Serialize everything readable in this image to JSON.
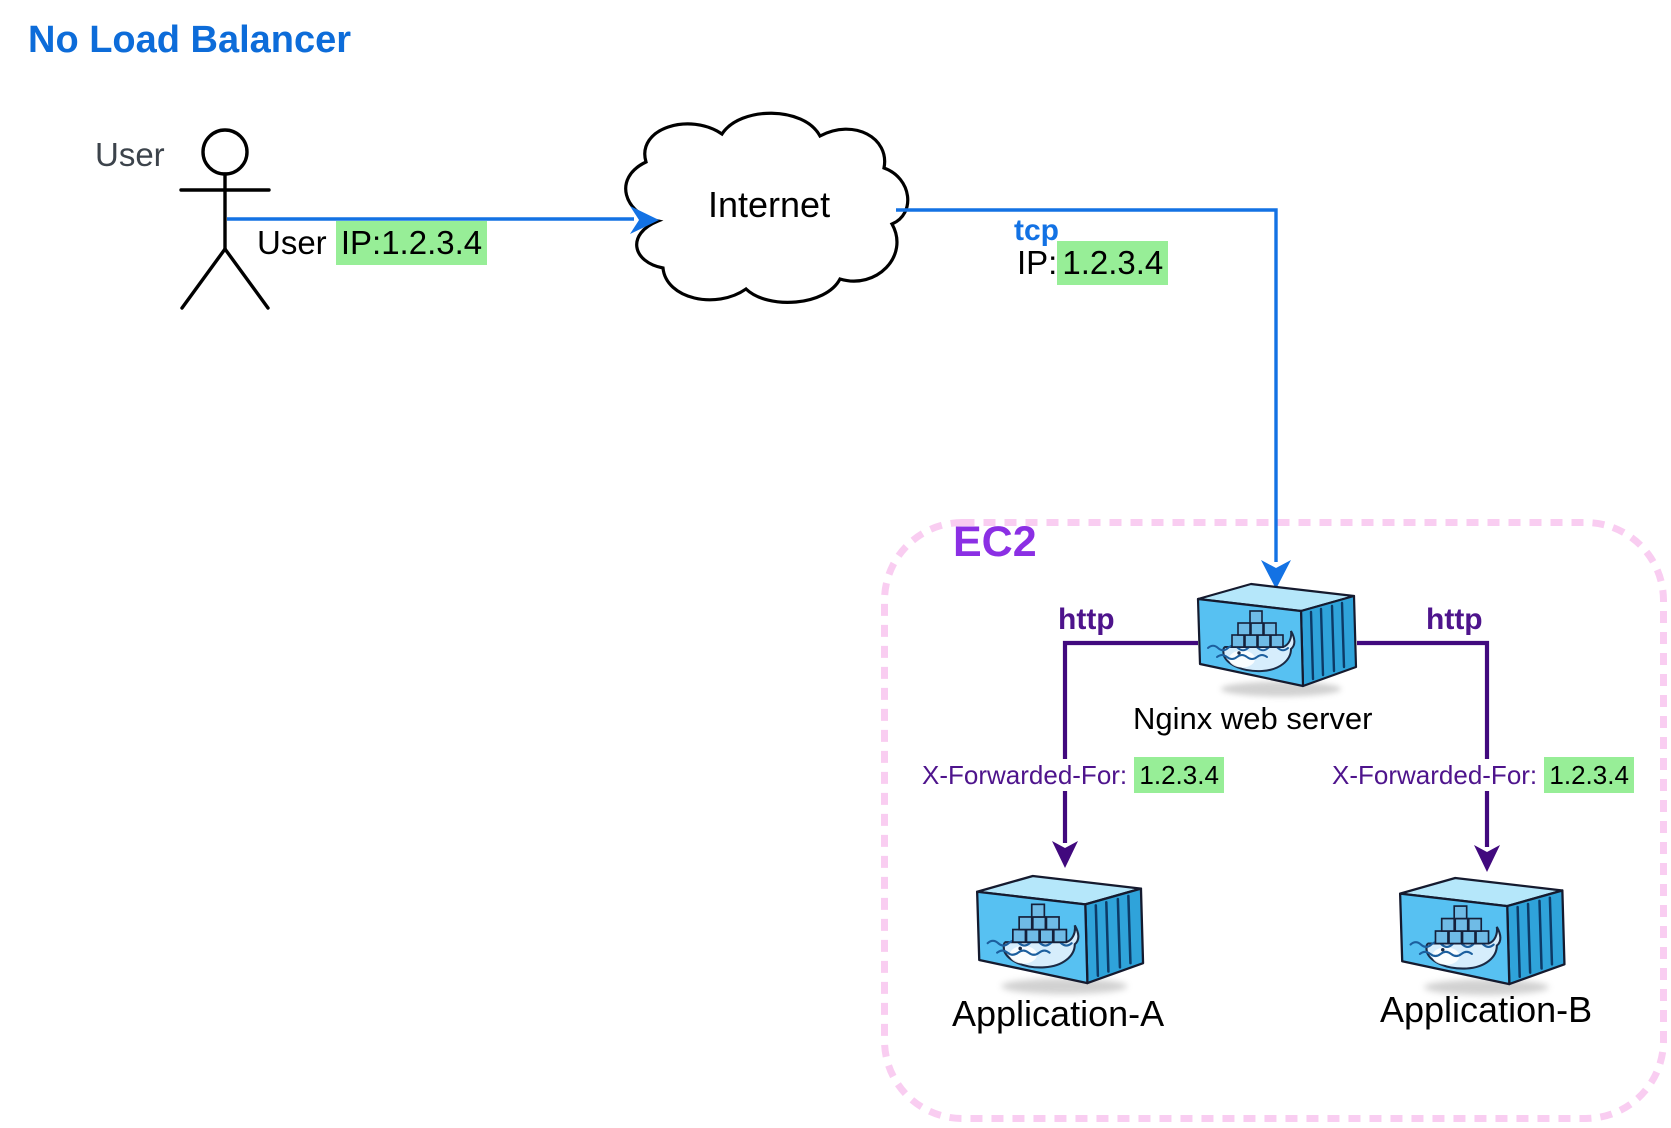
{
  "page": {
    "title": "No Load Balancer"
  },
  "user": {
    "label": "User"
  },
  "internet": {
    "label": "Internet"
  },
  "edges": {
    "user_internet": {
      "prefix": "User ",
      "highlight": "IP:1.2.3.4"
    },
    "internet_ec2": {
      "protocol": "tcp",
      "ip_prefix": "IP:",
      "ip_highlight": "1.2.3.4"
    },
    "nginx_app_a": {
      "protocol": "http",
      "header_prefix": "X-Forwarded-For: ",
      "header_highlight": "1.2.3.4"
    },
    "nginx_app_b": {
      "protocol": "http",
      "header_prefix": "X-Forwarded-For: ",
      "header_highlight": "1.2.3.4"
    }
  },
  "ec2": {
    "label": "EC2",
    "nginx": {
      "label": "Nginx web server"
    },
    "app_a": {
      "label": "Application-A"
    },
    "app_b": {
      "label": "Application-B"
    }
  },
  "colors": {
    "title_blue": "#0d6cd9",
    "line_blue": "#1372e4",
    "ec2_purple": "#8b2fe4",
    "http_purple": "#4e148c",
    "purple_line": "#41097e",
    "green_highlight": "#97ee97",
    "pink_dashed_border": "#f9cdf1",
    "user_label_gray": "#3c434b",
    "docker_front_blue": "#57c1f2",
    "docker_top_blue": "#b5e7fa",
    "docker_side_blue": "#2fa3da",
    "text_black": "#000000"
  }
}
